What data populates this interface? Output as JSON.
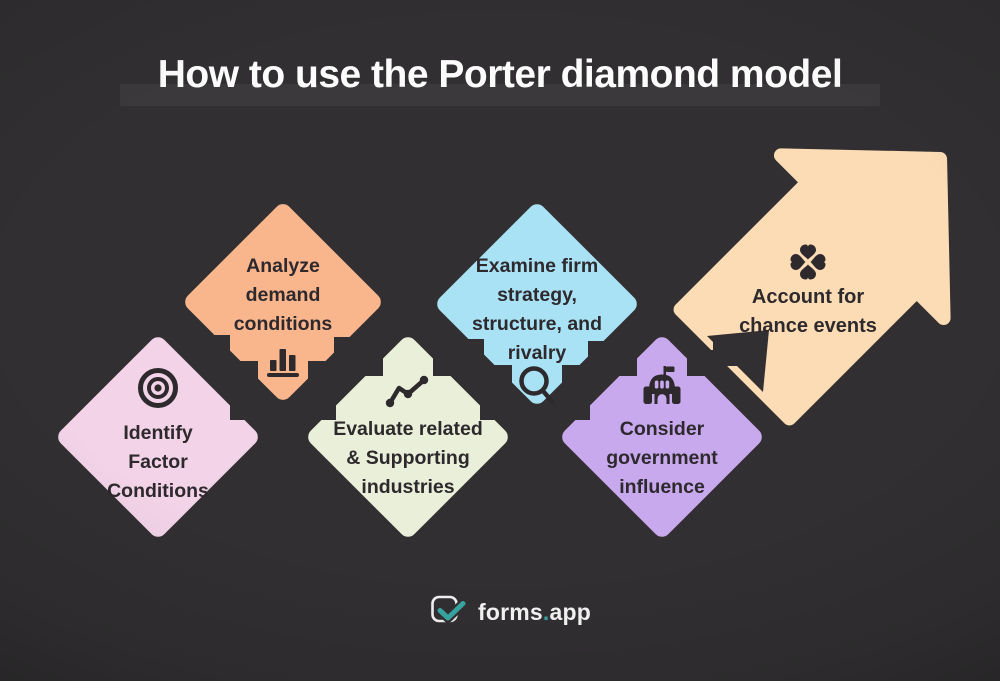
{
  "title": "How to use the Porter diamond model",
  "steps": [
    {
      "name": "identify-factor-conditions",
      "label": "Identify\nFactor\nConditions",
      "icon": "target-icon",
      "color": "#f2d3e8"
    },
    {
      "name": "analyze-demand-conditions",
      "label": "Analyze\ndemand\nconditions",
      "icon": "bar-chart-icon",
      "color": "#f9b68d"
    },
    {
      "name": "evaluate-related-supporting-industries",
      "label": "Evaluate related\n& Supporting\nindustries",
      "icon": "trend-line-icon",
      "color": "#e9efd9"
    },
    {
      "name": "examine-firm-strategy-structure-rivalry",
      "label": "Examine firm\nstrategy,\nstructure, and\nrivalry",
      "icon": "magnifier-icon",
      "color": "#a9e2f5"
    },
    {
      "name": "consider-government-influence",
      "label": "Consider\ngovernment\ninfluence",
      "icon": "government-icon",
      "color": "#c9a9ee"
    },
    {
      "name": "account-for-chance-events",
      "label": "Account for\nchance events",
      "icon": "clover-icon",
      "color": "#fcdcb4"
    }
  ],
  "logo": {
    "word": "forms",
    "dot": ".",
    "suffix": "app",
    "accent_color": "#38a7a2"
  },
  "colors": {
    "background": "#312f31",
    "title_bar": "#3b393b",
    "title_text": "#fcfcfc",
    "label_text": "#2d292d",
    "icon": "#2d292d"
  }
}
